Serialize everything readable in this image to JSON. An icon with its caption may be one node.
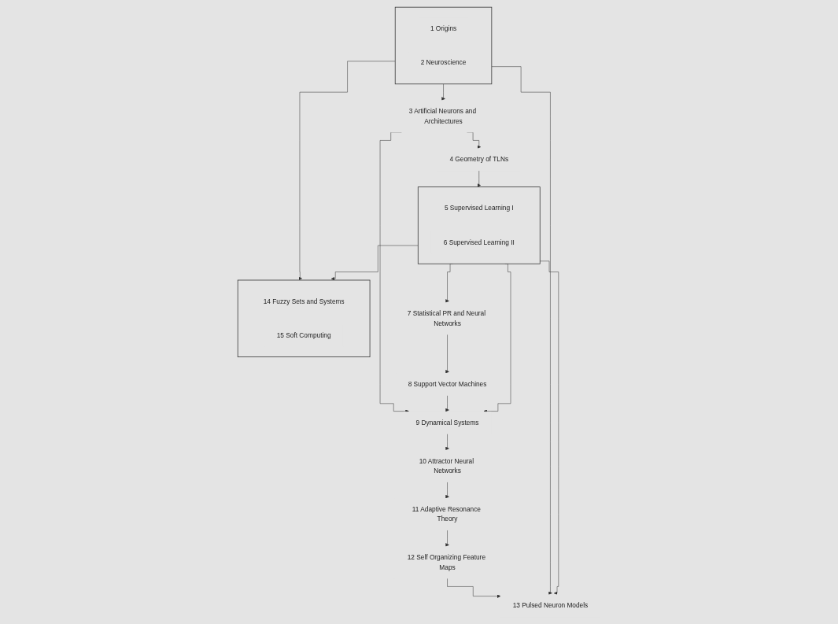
{
  "diagram": {
    "nodes": [
      {
        "text": [
          "3 Artificial Neurons and Architectures"
        ]
      },
      {
        "text": [
          "4 Geometry of TLNs"
        ]
      },
      {
        "text": [],
        "shape": "box"
      },
      {
        "text": [
          "5 Supervised Learning I"
        ],
        "in": 2
      },
      {
        "text": [
          "6 Supervised Learning II"
        ],
        "in": 2
      },
      {
        "text": [
          "7 Statistical PR and Neural Networks"
        ]
      },
      {
        "text": [],
        "shape": "box"
      },
      {
        "text": [
          "1 Origins"
        ],
        "in": 6
      },
      {
        "text": [
          "2 Neuroscience"
        ],
        "in": 6
      },
      {
        "text": [
          "8 Support Vector Machines"
        ]
      },
      {
        "text": [
          "9 Dynamical Systems"
        ]
      },
      {
        "text": [
          "10 Attractor Neural Networks"
        ]
      },
      {
        "text": [
          "11 Adaptive Resonance Theory"
        ]
      },
      {
        "text": [
          "12 Self Organizing Feature Maps"
        ]
      },
      {
        "text": [
          "13 Pulsed Neuron Models"
        ]
      },
      {
        "text": [],
        "shape": "box"
      },
      {
        "text": [
          "14 Fuzzy Sets and Systems"
        ],
        "in": 15
      },
      {
        "text": [
          "15 Soft Computing"
        ],
        "in": 15
      }
    ],
    "edges": [
      {
        "from": 6,
        "to": 0,
        "arrow": "to"
      },
      {
        "from": 6,
        "to": 14,
        "arrow": "to"
      },
      {
        "from": 6,
        "to": 15,
        "arrow": "to"
      },
      {
        "from": 0,
        "to": 1,
        "arrow": "to"
      },
      {
        "from": 0,
        "to": 10,
        "arrow": "to"
      },
      {
        "from": 1,
        "to": 2,
        "arrow": "to"
      },
      {
        "from": 2,
        "to": 5,
        "arrow": "to"
      },
      {
        "from": 2,
        "to": 10,
        "arrow": "to"
      },
      {
        "from": 5,
        "to": 9,
        "arrow": "to"
      },
      {
        "from": 9,
        "to": 10,
        "arrow": "to"
      },
      {
        "from": 10,
        "to": 11,
        "arrow": "to"
      },
      {
        "from": 11,
        "to": 12,
        "arrow": "to"
      },
      {
        "from": 12,
        "to": 13,
        "arrow": "to"
      },
      {
        "from": 13,
        "to": 14,
        "arrow": "to"
      },
      {
        "from": 2,
        "to": 14,
        "arrow": "to"
      },
      {
        "from": 2,
        "to": 15,
        "arrow": "to"
      }
    ]
  }
}
